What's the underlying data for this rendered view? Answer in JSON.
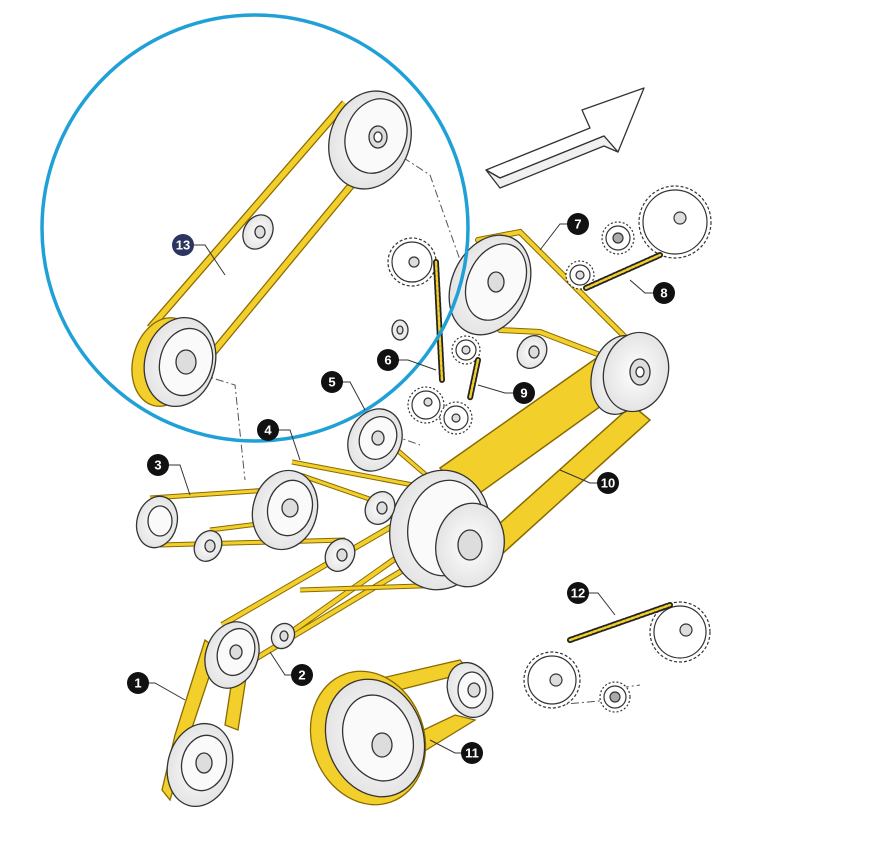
{
  "colors": {
    "belt": "#f2cf2a",
    "belt_edge": "#8a6a00",
    "line": "#333333",
    "highlight": "#1fa0d6",
    "callout_bg": "#111111",
    "callout_text": "#ffffff",
    "callout_highlight_bg": "#2c3560"
  },
  "icons": [
    "arrow-icon",
    "pulley-icon",
    "sprocket-icon",
    "chain-icon",
    "belt-icon"
  ],
  "callouts": [
    {
      "id": "c1",
      "label": "1"
    },
    {
      "id": "c2",
      "label": "2"
    },
    {
      "id": "c3",
      "label": "3"
    },
    {
      "id": "c4",
      "label": "4"
    },
    {
      "id": "c5",
      "label": "5"
    },
    {
      "id": "c6",
      "label": "6"
    },
    {
      "id": "c7",
      "label": "7"
    },
    {
      "id": "c8",
      "label": "8"
    },
    {
      "id": "c9",
      "label": "9"
    },
    {
      "id": "c10",
      "label": "10"
    },
    {
      "id": "c11",
      "label": "11"
    },
    {
      "id": "c12",
      "label": "12"
    },
    {
      "id": "c13",
      "label": "13",
      "highlighted": true
    }
  ]
}
